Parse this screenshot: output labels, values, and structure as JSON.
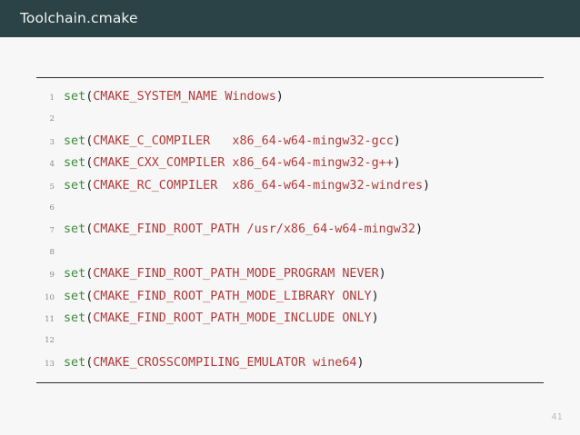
{
  "slide": {
    "title": "Toolchain.cmake",
    "page_number": "41",
    "header_color": "#2b4246",
    "background_color": "#f7f7f7",
    "rule_color": "#2b2b2b"
  },
  "code_block": {
    "language": "cmake",
    "syntax_colors": {
      "function": "#3a8a3a",
      "punctuation": "#1f1f1f",
      "argument": "#b03a3a",
      "line_number": "#8a8a8a"
    },
    "lines": [
      {
        "number": "1",
        "text": "set(CMAKE_SYSTEM_NAME Windows)",
        "tokens": [
          {
            "t": "set",
            "c": "fn"
          },
          {
            "t": "(",
            "c": "punct"
          },
          {
            "t": "CMAKE_SYSTEM_NAME Windows",
            "c": "arg"
          },
          {
            "t": ")",
            "c": "punct"
          }
        ]
      },
      {
        "number": "2",
        "text": "",
        "tokens": []
      },
      {
        "number": "3",
        "text": "set(CMAKE_C_COMPILER   x86_64-w64-mingw32-gcc)",
        "tokens": [
          {
            "t": "set",
            "c": "fn"
          },
          {
            "t": "(",
            "c": "punct"
          },
          {
            "t": "CMAKE_C_COMPILER   x86_64-w64-mingw32-gcc",
            "c": "arg"
          },
          {
            "t": ")",
            "c": "punct"
          }
        ]
      },
      {
        "number": "4",
        "text": "set(CMAKE_CXX_COMPILER x86_64-w64-mingw32-g++)",
        "tokens": [
          {
            "t": "set",
            "c": "fn"
          },
          {
            "t": "(",
            "c": "punct"
          },
          {
            "t": "CMAKE_CXX_COMPILER x86_64-w64-mingw32-g++",
            "c": "arg"
          },
          {
            "t": ")",
            "c": "punct"
          }
        ]
      },
      {
        "number": "5",
        "text": "set(CMAKE_RC_COMPILER  x86_64-w64-mingw32-windres)",
        "tokens": [
          {
            "t": "set",
            "c": "fn"
          },
          {
            "t": "(",
            "c": "punct"
          },
          {
            "t": "CMAKE_RC_COMPILER  x86_64-w64-mingw32-windres",
            "c": "arg"
          },
          {
            "t": ")",
            "c": "punct"
          }
        ]
      },
      {
        "number": "6",
        "text": "",
        "tokens": []
      },
      {
        "number": "7",
        "text": "set(CMAKE_FIND_ROOT_PATH /usr/x86_64-w64-mingw32)",
        "tokens": [
          {
            "t": "set",
            "c": "fn"
          },
          {
            "t": "(",
            "c": "punct"
          },
          {
            "t": "CMAKE_FIND_ROOT_PATH /usr/x86_64-w64-mingw32",
            "c": "arg"
          },
          {
            "t": ")",
            "c": "punct"
          }
        ]
      },
      {
        "number": "8",
        "text": "",
        "tokens": []
      },
      {
        "number": "9",
        "text": "set(CMAKE_FIND_ROOT_PATH_MODE_PROGRAM NEVER)",
        "tokens": [
          {
            "t": "set",
            "c": "fn"
          },
          {
            "t": "(",
            "c": "punct"
          },
          {
            "t": "CMAKE_FIND_ROOT_PATH_MODE_PROGRAM NEVER",
            "c": "arg"
          },
          {
            "t": ")",
            "c": "punct"
          }
        ]
      },
      {
        "number": "10",
        "text": "set(CMAKE_FIND_ROOT_PATH_MODE_LIBRARY ONLY)",
        "tokens": [
          {
            "t": "set",
            "c": "fn"
          },
          {
            "t": "(",
            "c": "punct"
          },
          {
            "t": "CMAKE_FIND_ROOT_PATH_MODE_LIBRARY ONLY",
            "c": "arg"
          },
          {
            "t": ")",
            "c": "punct"
          }
        ]
      },
      {
        "number": "11",
        "text": "set(CMAKE_FIND_ROOT_PATH_MODE_INCLUDE ONLY)",
        "tokens": [
          {
            "t": "set",
            "c": "fn"
          },
          {
            "t": "(",
            "c": "punct"
          },
          {
            "t": "CMAKE_FIND_ROOT_PATH_MODE_INCLUDE ONLY",
            "c": "arg"
          },
          {
            "t": ")",
            "c": "punct"
          }
        ]
      },
      {
        "number": "12",
        "text": "",
        "tokens": []
      },
      {
        "number": "13",
        "text": "set(CMAKE_CROSSCOMPILING_EMULATOR wine64)",
        "tokens": [
          {
            "t": "set",
            "c": "fn"
          },
          {
            "t": "(",
            "c": "punct"
          },
          {
            "t": "CMAKE_CROSSCOMPILING_EMULATOR wine64",
            "c": "arg"
          },
          {
            "t": ")",
            "c": "punct"
          }
        ]
      }
    ]
  }
}
